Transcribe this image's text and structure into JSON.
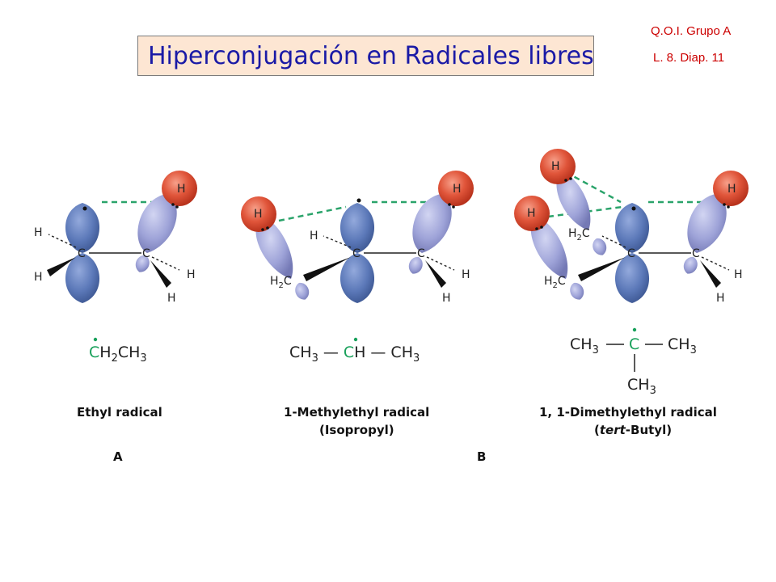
{
  "header": {
    "course": "Q.O.I. Grupo A",
    "lesson": "L. 8. Diap. 11",
    "title": "Hiperconjugación en Radicales libres"
  },
  "colors": {
    "lobe_blue": "#5b78b8",
    "lobe_lavender": "#9ea3d8",
    "hydrogen_red": "#e0553a",
    "overlap_dash": "#2aa36a",
    "radical_green": "#18a05a",
    "title_text": "#1a1aa6",
    "title_bg": "#fde6d3",
    "header_red": "#cc0000"
  },
  "atoms": {
    "carbon": "C",
    "hydrogen": "H",
    "ch2_main": "H",
    "ch2_sub": "2",
    "ch2_c": "C"
  },
  "panels": {
    "ethyl": {
      "formula_c": "C",
      "formula_h2": "H",
      "formula_2": "2",
      "formula_ch": "CH",
      "formula_3": "3",
      "caption": "Ethyl radical"
    },
    "isopropyl": {
      "left_ch": "CH",
      "left_3": "3",
      "bond": "—",
      "center_c": "C",
      "center_h": "H",
      "right_ch": "CH",
      "right_3": "3",
      "caption_line1": "1-Methylethyl radical",
      "caption_line2": "(Isopropyl)"
    },
    "tert_butyl": {
      "left_ch": "CH",
      "left_3": "3",
      "center_c": "C",
      "right_ch": "CH",
      "right_3": "3",
      "bottom_ch": "CH",
      "bottom_3": "3",
      "caption_line1": "1, 1-Dimethylethyl radical",
      "caption_line2_italic": "tert",
      "caption_line2_rest": "-Butyl)",
      "caption_line2_open": "("
    }
  },
  "labels": {
    "A": "A",
    "B": "B"
  }
}
